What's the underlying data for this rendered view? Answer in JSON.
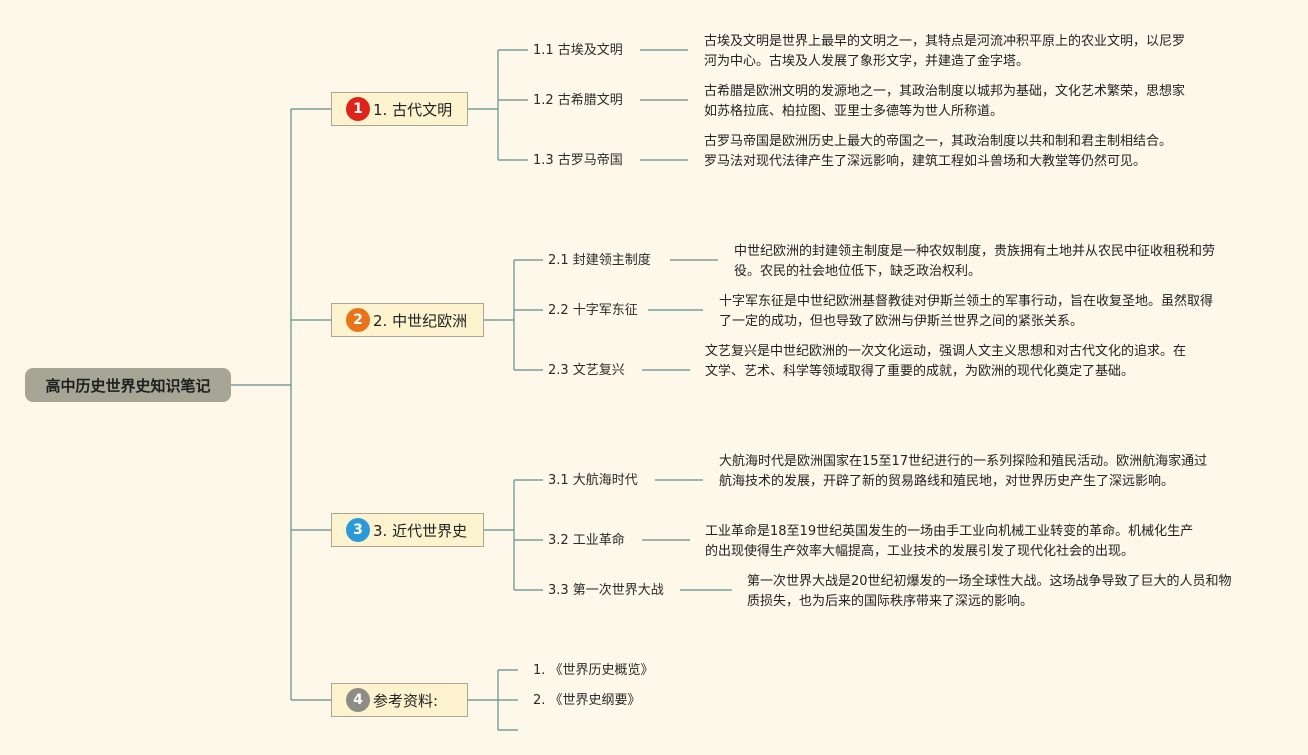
{
  "root": {
    "title": "高中历史世界史知识笔记"
  },
  "branches": [
    {
      "number": "1",
      "label": "1. 古代文明",
      "color": "#e0221a",
      "subs": [
        {
          "label": "1.1 古埃及文明",
          "note": "古埃及文明是世界上最早的文明之一，其特点是河流冲积平原上的农业文明，以尼罗河为中心。古埃及人发展了象形文字，并建造了金字塔。"
        },
        {
          "label": "1.2 古希腊文明",
          "note": "古希腊是欧洲文明的发源地之一，其政治制度以城邦为基础，文化艺术繁荣，思想家如苏格拉底、柏拉图、亚里士多德等为世人所称道。"
        },
        {
          "label": "1.3 古罗马帝国",
          "note": "古罗马帝国是欧洲历史上最大的帝国之一，其政治制度以共和制和君主制相结合。罗马法对现代法律产生了深远影响，建筑工程如斗兽场和大教堂等仍然可见。"
        }
      ]
    },
    {
      "number": "2",
      "label": "2. 中世纪欧洲",
      "color": "#e8731a",
      "subs": [
        {
          "label": "2.1 封建领主制度",
          "note": "中世纪欧洲的封建领主制度是一种农奴制度，贵族拥有土地并从农民中征收租税和劳役。农民的社会地位低下，缺乏政治权利。"
        },
        {
          "label": "2.2 十字军东征",
          "note": "十字军东征是中世纪欧洲基督教徒对伊斯兰领土的军事行动，旨在收复圣地。虽然取得了一定的成功，但也导致了欧洲与伊斯兰世界之间的紧张关系。"
        },
        {
          "label": "2.3 文艺复兴",
          "note": "文艺复兴是中世纪欧洲的一次文化运动，强调人文主义思想和对古代文化的追求。在文学、艺术、科学等领域取得了重要的成就，为欧洲的现代化奠定了基础。"
        }
      ]
    },
    {
      "number": "3",
      "label": "3. 近代世界史",
      "color": "#2c9ad8",
      "subs": [
        {
          "label": "3.1 大航海时代",
          "note": "大航海时代是欧洲国家在15至17世纪进行的一系列探险和殖民活动。欧洲航海家通过航海技术的发展，开辟了新的贸易路线和殖民地，对世界历史产生了深远影响。"
        },
        {
          "label": "3.2 工业革命",
          "note": "工业革命是18至19世纪英国发生的一场由手工业向机械工业转变的革命。机械化生产的出现使得生产效率大幅提高，工业技术的发展引发了现代化社会的出现。"
        },
        {
          "label": "3.3 第一次世界大战",
          "note": "第一次世界大战是20世纪初爆发的一场全球性大战。这场战争导致了巨大的人员和物质损失，也为后来的国际秩序带来了深远的影响。"
        }
      ]
    },
    {
      "number": "4",
      "label": "参考资料:",
      "color": "#8d8c86",
      "subs": [
        {
          "label": "1. 《世界历史概览》"
        },
        {
          "label": "2. 《世界史纲要》"
        },
        {
          "label": ""
        }
      ]
    }
  ],
  "colors": {
    "connector": "#5f8f89",
    "background": "#fdf8ea"
  }
}
